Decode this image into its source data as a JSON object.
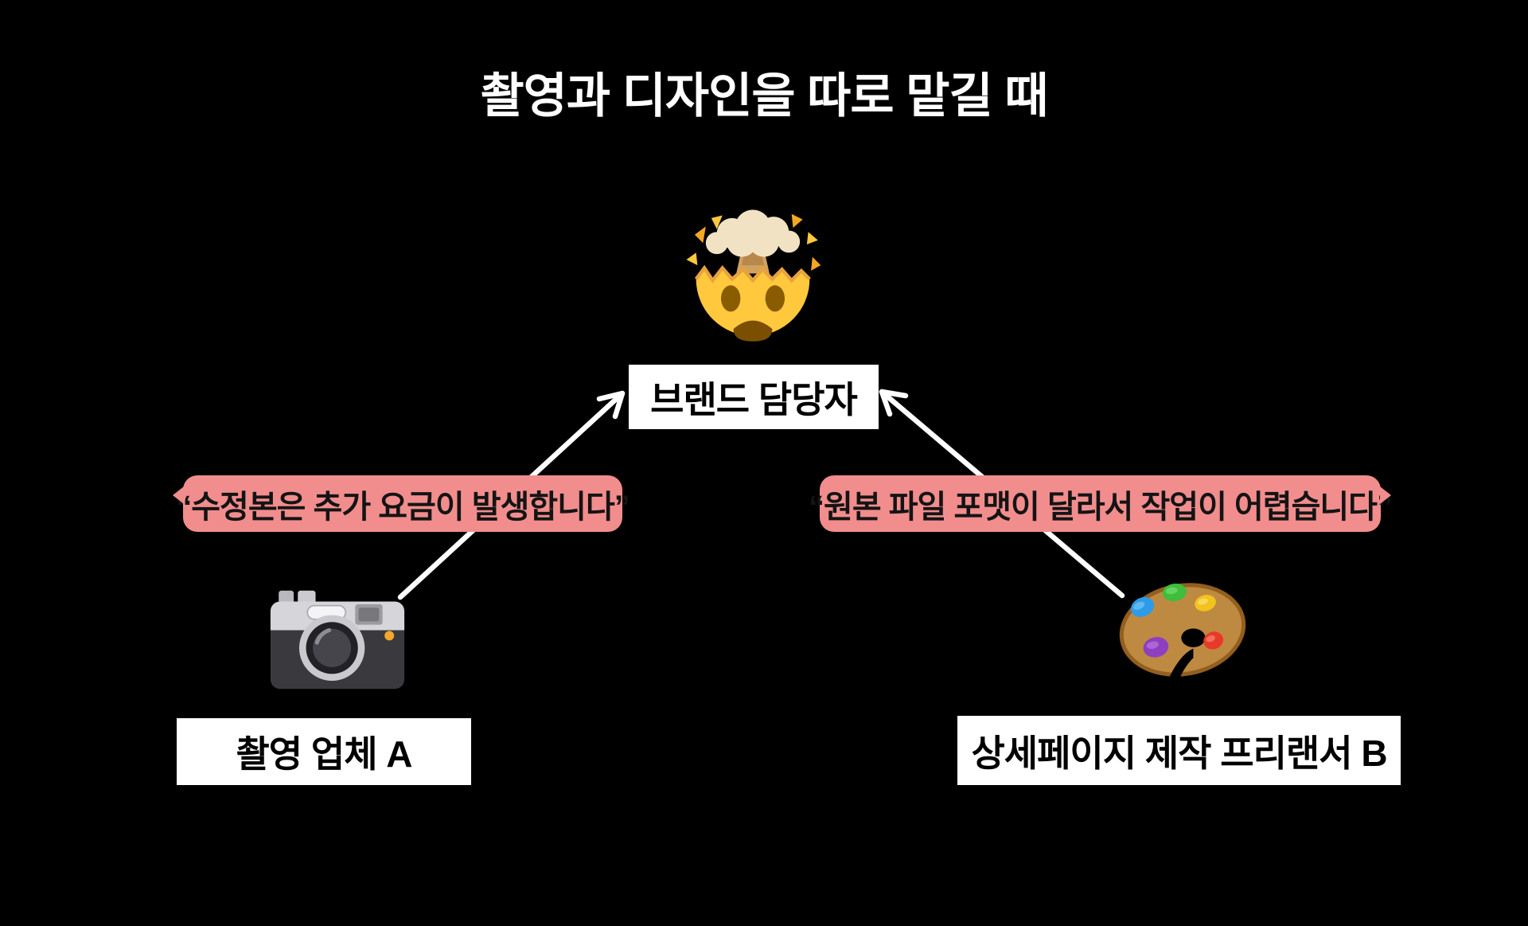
{
  "slide": {
    "background_color": "#000000",
    "title": "촬영과 디자인을 따로 맡길 때",
    "title_color": "#FFFFFF"
  },
  "center": {
    "emoji": "exploding-head-emoji",
    "label": "브랜드 담당자"
  },
  "speech_bubbles": {
    "background_color": "#F28D8D",
    "text_color": "#141414",
    "left": "“수정본은 추가 요금이 발생합니다”",
    "right": "“원본 파일 포맷이 달라서 작업이 어렵습니다”"
  },
  "actors": {
    "left": {
      "emoji": "camera-emoji",
      "label": "촬영 업체 A"
    },
    "right": {
      "emoji": "palette-emoji",
      "label": "상세페이지 제작 프리랜서 B"
    }
  },
  "label_boxes": {
    "background_color": "#FFFFFF",
    "text_color": "#000000"
  },
  "arrows": {
    "color": "#FFFFFF"
  }
}
